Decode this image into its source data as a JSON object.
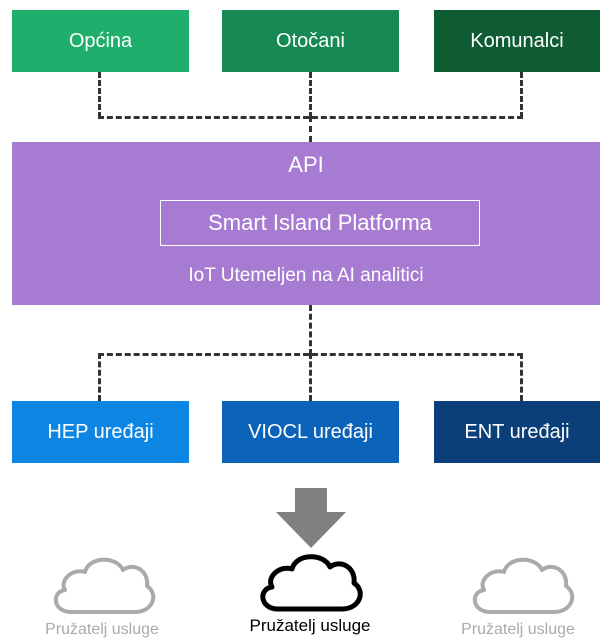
{
  "top_row": [
    {
      "label": "Općina",
      "color": "#1fae6b"
    },
    {
      "label": "Otočani",
      "color": "#168a52"
    },
    {
      "label": "Komunalci",
      "color": "#0f5c33"
    }
  ],
  "platform": {
    "api_label": "API",
    "name": "Smart Island Platforma",
    "subtitle": "IoT Utemeljen na AI analitici",
    "color": "#a87bd3"
  },
  "bottom_row": [
    {
      "label": "HEP uređaji",
      "color": "#0d86e3"
    },
    {
      "label": "VIOCL uređaji",
      "color": "#0a63b8"
    },
    {
      "label": "ENT uređaji",
      "color": "#0a3f7a"
    }
  ],
  "providers": [
    {
      "label": "Pružatelj usluge",
      "active": false
    },
    {
      "label": "Pružatelj usluge",
      "active": true
    },
    {
      "label": "Pružatelj usluge",
      "active": false
    }
  ],
  "colors": {
    "dash": "#333333",
    "arrow": "#808080",
    "cloud_active": "#000000",
    "cloud_inactive": "#aaaaaa"
  },
  "icons": {
    "arrow": "arrow-down-icon",
    "cloud": "cloud-icon"
  }
}
